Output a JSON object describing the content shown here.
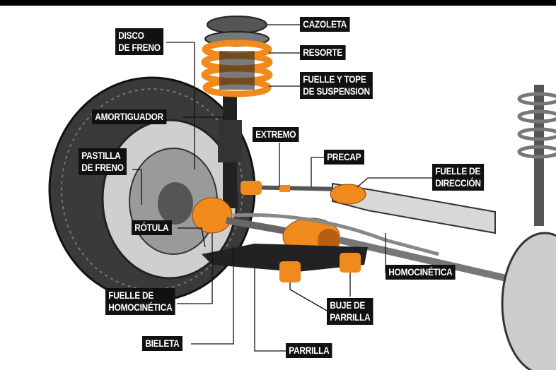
{
  "labels": {
    "cazoleta": "CAZOLETA",
    "resorte": "RESORTE",
    "fuelle_tope": [
      "FUELLE Y TOPE",
      "DE SUSPENSION"
    ],
    "disco_freno": [
      "DISCO",
      "DE FRENO"
    ],
    "amortiguador": "AMORTIGUADOR",
    "extremo": "EXTREMO",
    "precap": "PRECAP",
    "fuelle_direccion": [
      "FUELLE DE",
      "DIRECCIÓN"
    ],
    "pastilla_freno": [
      "PASTILLA",
      "DE FRENO"
    ],
    "rotula": "RÓTULA",
    "homocinetica": "HOMOCINÉTICA",
    "fuelle_homocinetica": [
      "FUELLE DE",
      "HOMOCINÉTICA"
    ],
    "buje_parrilla": [
      "BUJE DE",
      "PARRILLA"
    ],
    "bieleta": "BIELETA",
    "parrilla": "PARRILLA"
  },
  "colors": {
    "highlight": "#f08a1c",
    "label_bg": "#111111"
  }
}
